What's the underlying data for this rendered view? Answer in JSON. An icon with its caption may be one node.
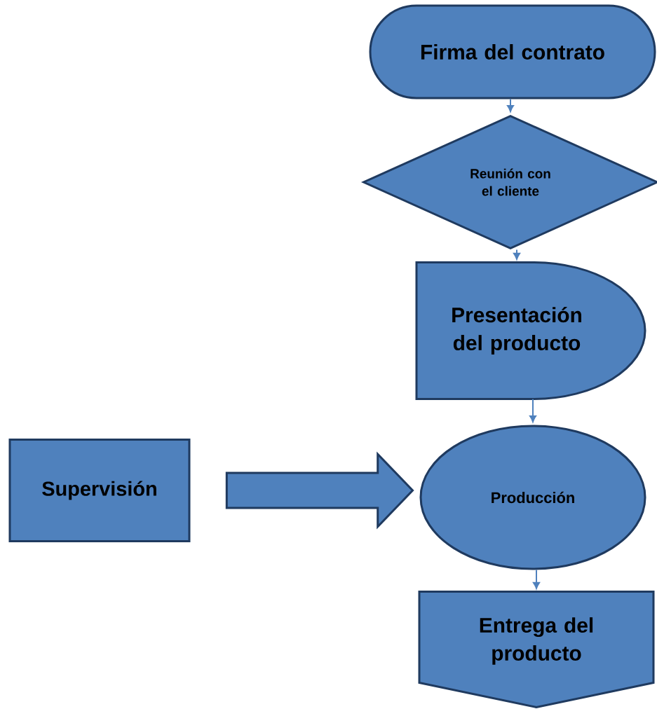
{
  "diagram": {
    "nodes": [
      {
        "text": [
          "Firma del contrato"
        ]
      },
      {
        "text": [
          "Reunión con el cliente"
        ]
      },
      {
        "text": [
          "Presentación del producto"
        ]
      },
      {
        "text": [
          "Producción"
        ]
      },
      {
        "text": [
          "Supervisión"
        ]
      },
      {
        "text": [
          "Entrega del producto"
        ]
      }
    ],
    "edges": [
      {
        "from": 0,
        "to": 1,
        "arrow": "to"
      },
      {
        "from": 1,
        "to": 2,
        "arrow": "to"
      },
      {
        "from": 2,
        "to": 3,
        "arrow": "to"
      },
      {
        "from": 4,
        "to": 3,
        "arrow": "to",
        "style": "thick"
      },
      {
        "from": 3,
        "to": 5,
        "arrow": "to"
      }
    ]
  }
}
